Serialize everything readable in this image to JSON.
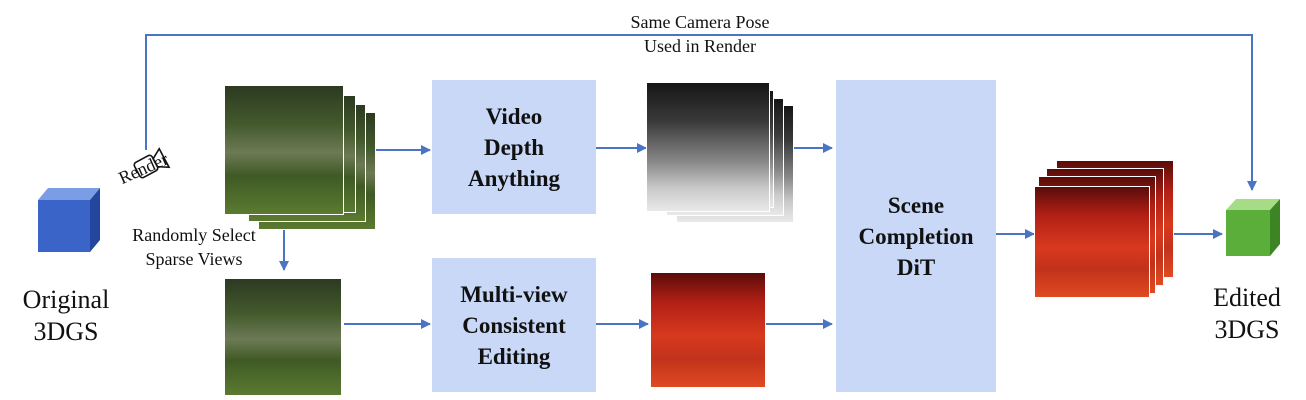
{
  "top_label": {
    "line1": "Same Camera Pose",
    "line2": "Used in Render"
  },
  "render_label": "Render",
  "select_label": {
    "line1": "Randomly Select",
    "line2": "Sparse Views"
  },
  "original": {
    "line1": "Original",
    "line2": "3DGS",
    "cube_color": "#3b64c8"
  },
  "edited_output": {
    "line1": "Edited",
    "line2": "3DGS",
    "cube_color": "#5cae3a"
  },
  "boxes": {
    "depth": {
      "lines": [
        "Video",
        "Depth",
        "Anything"
      ]
    },
    "edit": {
      "lines": [
        "Multi-view",
        "Consistent",
        "Editing"
      ]
    },
    "completion": {
      "lines": [
        "Scene",
        "Completion",
        "DiT"
      ]
    }
  },
  "colors": {
    "arrow": "#4a74c4",
    "box_fill": "#c8d8f6"
  }
}
